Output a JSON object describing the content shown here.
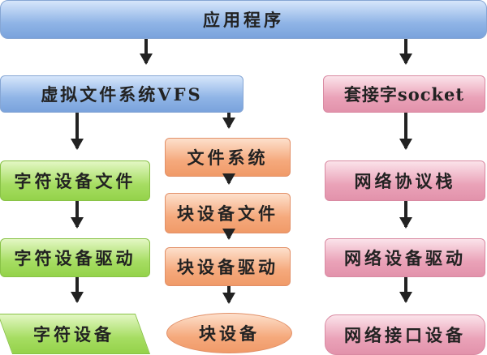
{
  "app": "应用程序",
  "vfs": "虚拟文件系统VFS",
  "socket": "套接字socket",
  "char_file": "字符设备文件",
  "fs": "文件系统",
  "net_stack": "网络协议栈",
  "block_file": "块设备文件",
  "char_driver": "字符设备驱动",
  "block_driver": "块设备驱动",
  "net_driver": "网络设备驱动",
  "char_dev": "字符设备",
  "block_dev": "块设备",
  "net_if": "网络接口设备"
}
